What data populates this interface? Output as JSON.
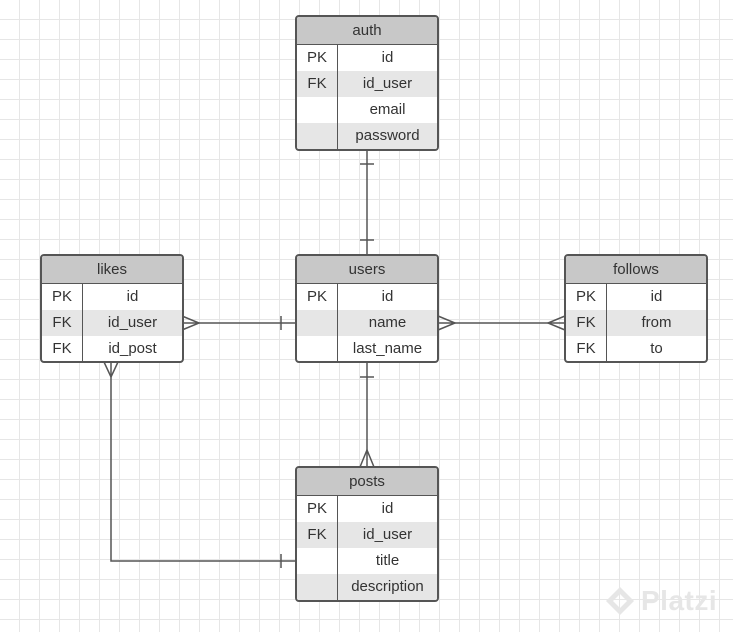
{
  "entities": {
    "auth": {
      "title": "auth",
      "rows": [
        {
          "key": "PK",
          "field": "id"
        },
        {
          "key": "FK",
          "field": "id_user"
        },
        {
          "key": "",
          "field": "email"
        },
        {
          "key": "",
          "field": "password"
        }
      ]
    },
    "likes": {
      "title": "likes",
      "rows": [
        {
          "key": "PK",
          "field": "id"
        },
        {
          "key": "FK",
          "field": "id_user"
        },
        {
          "key": "FK",
          "field": "id_post"
        }
      ]
    },
    "users": {
      "title": "users",
      "rows": [
        {
          "key": "PK",
          "field": "id"
        },
        {
          "key": "",
          "field": "name"
        },
        {
          "key": "",
          "field": "last_name"
        }
      ]
    },
    "follows": {
      "title": "follows",
      "rows": [
        {
          "key": "PK",
          "field": "id"
        },
        {
          "key": "FK",
          "field": "from"
        },
        {
          "key": "FK",
          "field": "to"
        }
      ]
    },
    "posts": {
      "title": "posts",
      "rows": [
        {
          "key": "PK",
          "field": "id"
        },
        {
          "key": "FK",
          "field": "id_user"
        },
        {
          "key": "",
          "field": "title"
        },
        {
          "key": "",
          "field": "description"
        }
      ]
    }
  },
  "relationships": [
    {
      "from": "auth",
      "to": "users",
      "from_cardinality": "one",
      "to_cardinality": "one"
    },
    {
      "from": "likes",
      "to": "users",
      "from_cardinality": "many",
      "to_cardinality": "one"
    },
    {
      "from": "users",
      "to": "follows",
      "from_cardinality": "many",
      "to_cardinality": "many"
    },
    {
      "from": "users",
      "to": "posts",
      "from_cardinality": "one",
      "to_cardinality": "many"
    },
    {
      "from": "likes",
      "to": "posts",
      "from_cardinality": "many",
      "to_cardinality": "one"
    }
  ],
  "watermark": {
    "text": "Platzi",
    "color": "#e6e6e6"
  },
  "colors": {
    "header": "#c8c8c8",
    "border": "#555555",
    "shaded_row": "#e6e6e6",
    "grid": "#e6e6e6"
  }
}
